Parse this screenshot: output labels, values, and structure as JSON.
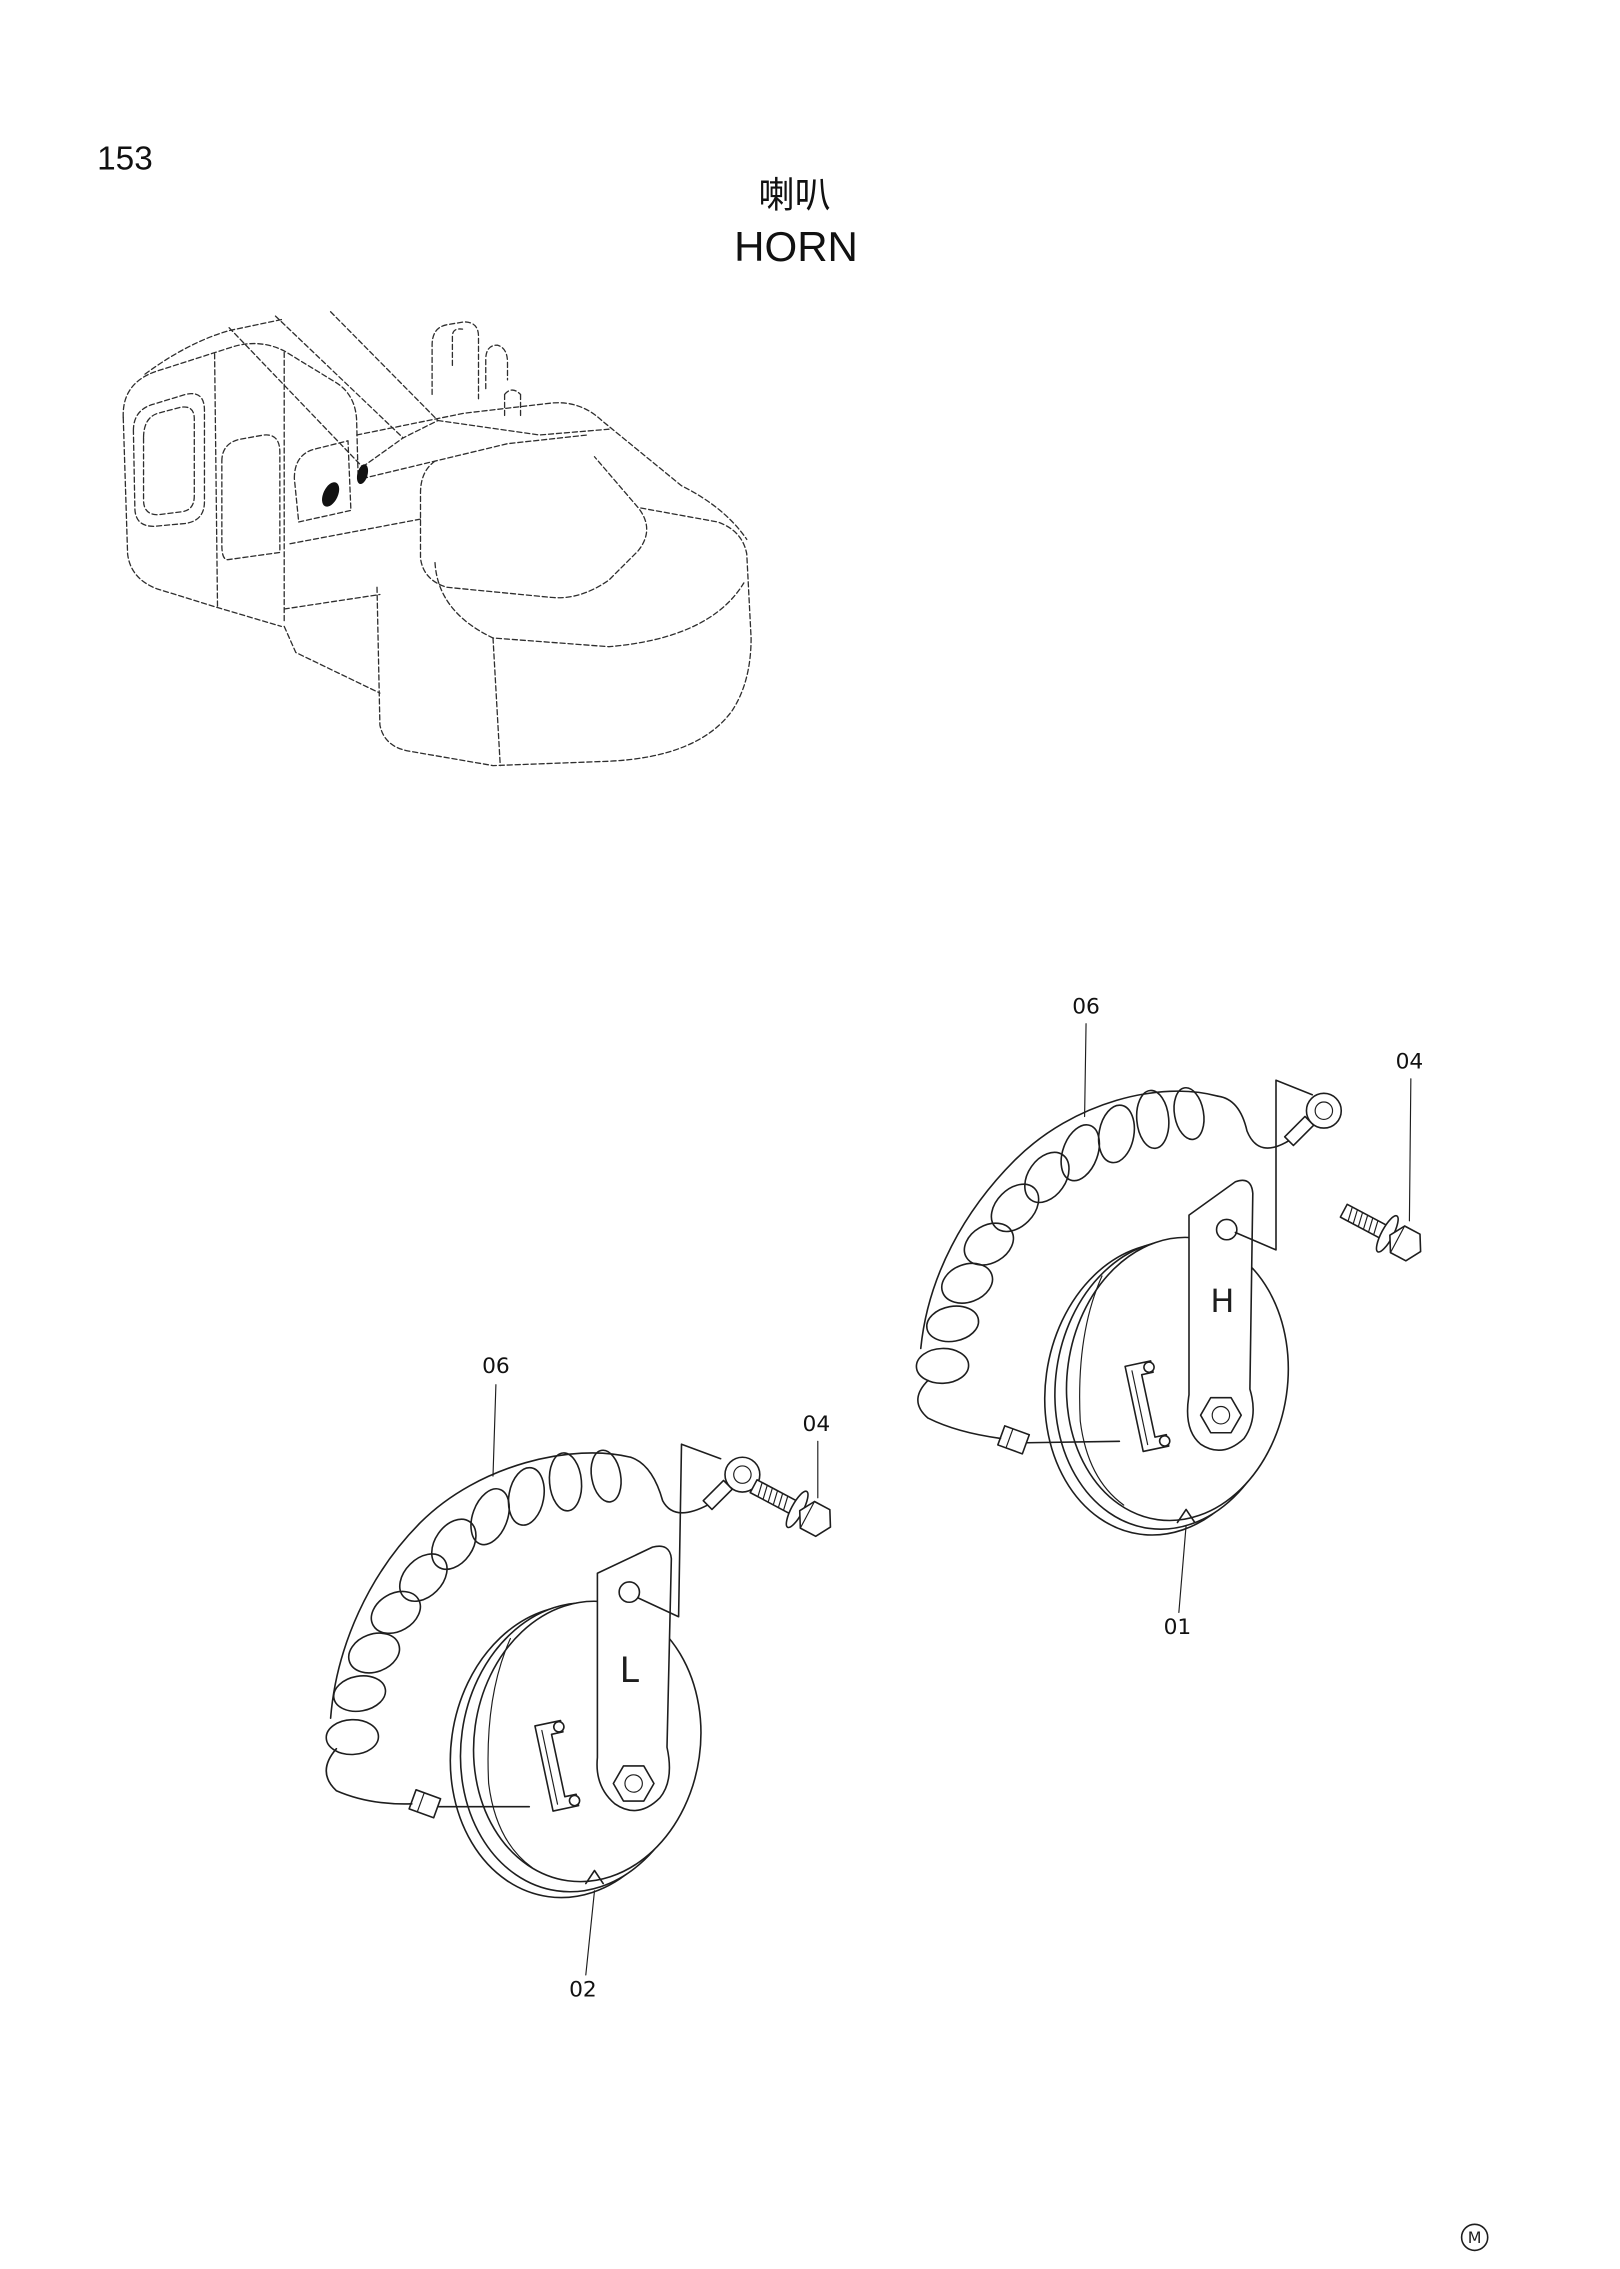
{
  "page_number": "153",
  "title": {
    "cn": "喇叭",
    "en": "HORN"
  },
  "right_assembly": {
    "cord_callout": "06",
    "bolt_callout": "04",
    "horn_callout": "01",
    "bracket_mark": "H"
  },
  "left_assembly": {
    "cord_callout": "06",
    "bolt_callout": "04",
    "horn_callout": "02",
    "bracket_mark": "L"
  },
  "footer_mark": "M",
  "colors": {
    "ink": "#111111",
    "paper": "#ffffff"
  }
}
